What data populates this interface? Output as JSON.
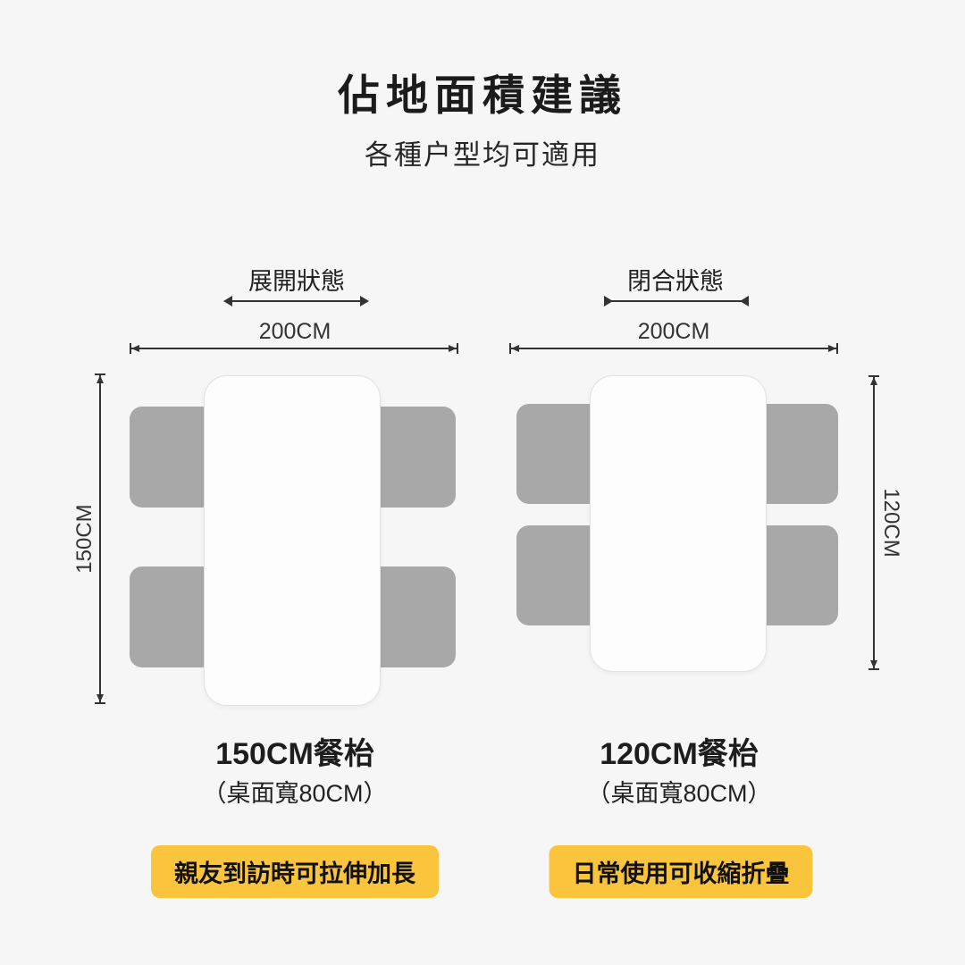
{
  "page": {
    "title": "佔地面積建議",
    "subtitle": "各種户型均可適用",
    "colors": {
      "background": "#F6F6F6",
      "accent": "#FBC43D",
      "chair": "#A8A8A8",
      "table": "#FDFDFD",
      "line": "#333333"
    }
  },
  "icons": {
    "expand_arrow": "double-headed-arrow-outward",
    "collapse_arrow": "double-headed-arrow-inward"
  },
  "expanded": {
    "state_label": "展開狀態",
    "width_label": "200CM",
    "height_label": "150CM",
    "product_name": "150CM餐枱",
    "surface_note": "（桌面寬80CM）",
    "badge": "親友到訪時可拉伸加長"
  },
  "collapsed": {
    "state_label": "閉合狀態",
    "width_label": "200CM",
    "height_label": "120CM",
    "product_name": "120CM餐枱",
    "surface_note": "（桌面寬80CM）",
    "badge": "日常使用可收縮折疊"
  }
}
